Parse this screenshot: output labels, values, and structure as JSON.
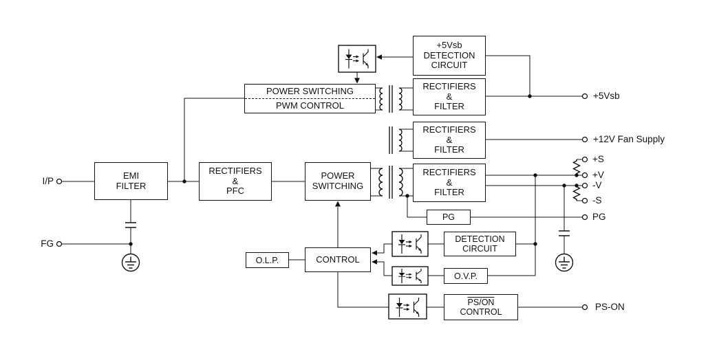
{
  "diagram_type": "power-supply-block-diagram",
  "boxes": {
    "emi_filter": {
      "l1": "EMI",
      "l2": "FILTER"
    },
    "rectifiers_pfc": {
      "l1": "RECTIFIERS",
      "l2": "&",
      "l3": "PFC"
    },
    "power_switching": {
      "l1": "POWER",
      "l2": "SWITCHING"
    },
    "pwm": {
      "l1": "POWER SWITCHING",
      "l2": "PWM CONTROL"
    },
    "vsb_detection": {
      "l1": "+5Vsb",
      "l2": "DETECTION",
      "l3": "CIRCUIT"
    },
    "rectifiers_filter_5vsb": {
      "l1": "RECTIFIERS",
      "l2": "&",
      "l3": "FILTER"
    },
    "rectifiers_filter_fan": {
      "l1": "RECTIFIERS",
      "l2": "&",
      "l3": "FILTER"
    },
    "rectifiers_filter_main": {
      "l1": "RECTIFIERS",
      "l2": "&",
      "l3": "FILTER"
    },
    "pg": {
      "l1": "PG"
    },
    "detection_circuit": {
      "l1": "DETECTION",
      "l2": "CIRCUIT"
    },
    "ovp": {
      "l1": "O.V.P."
    },
    "pson_control": {
      "l1": "PS/ON",
      "l2": "CONTROL"
    },
    "control": {
      "l1": "CONTROL"
    },
    "olp": {
      "l1": "O.L.P."
    }
  },
  "terminals": {
    "input": "I/P",
    "frame_ground": "FG",
    "vsb": "+5Vsb",
    "fan": "+12V Fan Supply",
    "plus_s": "+S",
    "plus_v": "+V",
    "minus_v": "-V",
    "minus_s": "-S",
    "pg": "PG",
    "ps_on": "PS-ON"
  },
  "colors": {
    "line": "#111111",
    "background": "#ffffff"
  }
}
